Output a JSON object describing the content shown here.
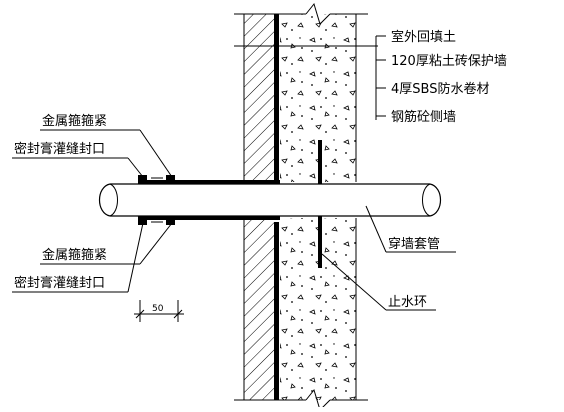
{
  "labels_right": [
    {
      "text": "室外回填土"
    },
    {
      "text": "120厚粘土砖保护墙"
    },
    {
      "text": "4厚SBS防水卷材"
    },
    {
      "text": "钢筋砼侧墙"
    }
  ],
  "labels_left_top": [
    {
      "text": "金属箍箍紧"
    },
    {
      "text": "密封膏灌缝封口"
    }
  ],
  "labels_left_bottom": [
    {
      "text": "金属箍箍紧"
    },
    {
      "text": "密封膏灌缝封口"
    }
  ],
  "label_sleeve": "穿墙套管",
  "label_water_ring": "止水环",
  "dimension": "50"
}
